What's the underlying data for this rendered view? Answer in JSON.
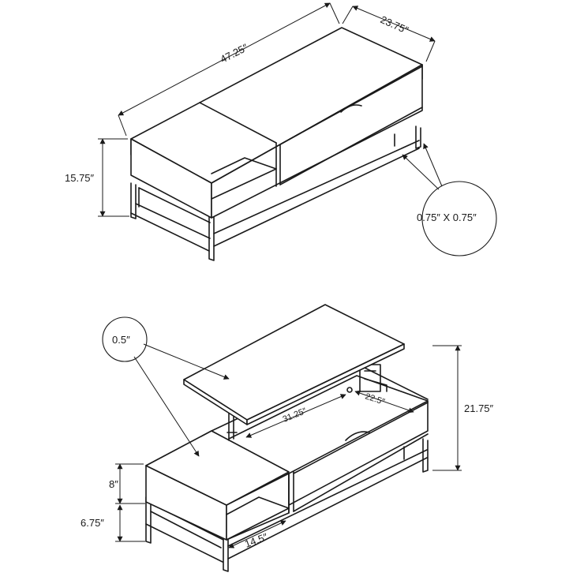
{
  "top_view": {
    "width_label": "47.25″",
    "depth_label": "23.75″",
    "height_label": "15.75″",
    "leg_size_label": "0.75″ X 0.75″"
  },
  "bottom_view": {
    "thickness_label": "0.5″",
    "lifted_height_label": "21.75″",
    "inner_width_label": "31.25″",
    "inner_depth_label": "22.5″",
    "drawer_height_label": "8″",
    "base_height_label": "6.75″",
    "shelf_width_label": "14.5″"
  }
}
